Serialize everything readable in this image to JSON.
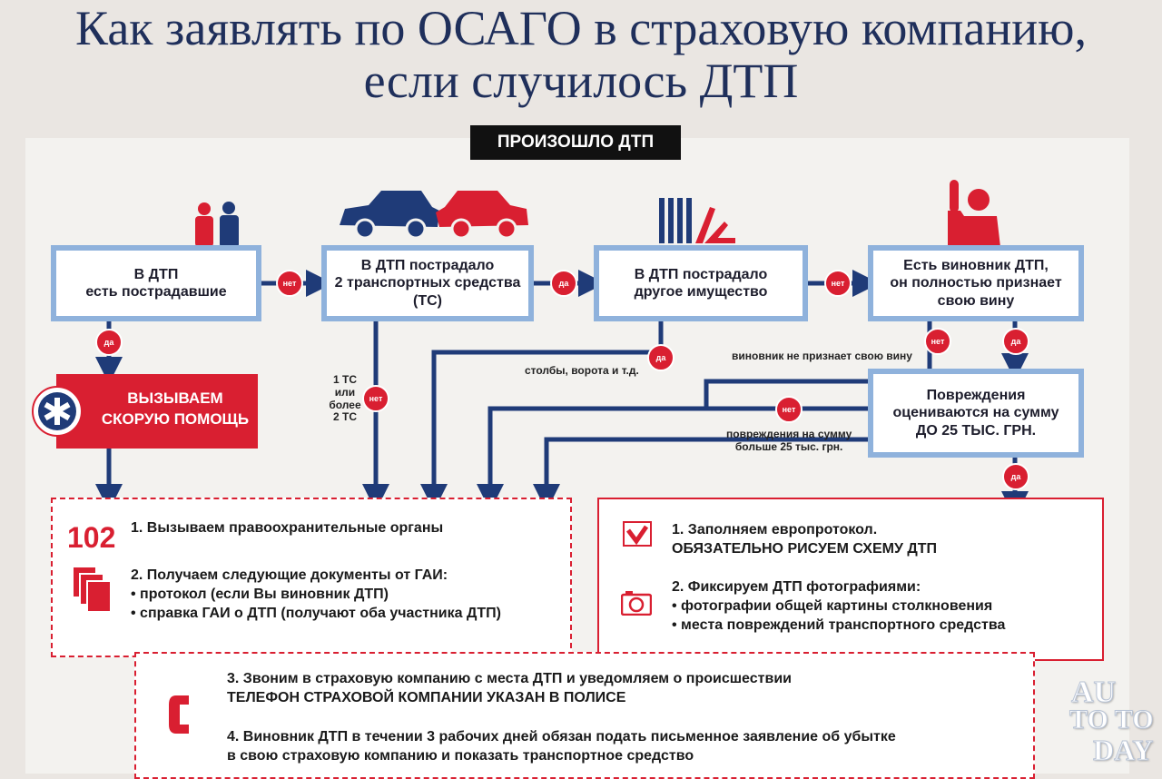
{
  "title": {
    "line1": "Как заявлять по ОСАГО в страховую компанию,",
    "line2": "если случилось ДТП"
  },
  "start_label": "ПРОИЗОШЛО ДТП",
  "boxes": {
    "injured": "В ДТП\nесть пострадавшие",
    "two_vehicles": "В ДТП пострадало\n2 транспортных средства\n(ТС)",
    "other_property": "В ДТП пострадало\nдругое имущество",
    "culprit": "Есть виновник ДТП,\nон полностью признает\nсвою вину",
    "damage": "Повреждения\nоцениваются на сумму\nДО 25 ТЫС. ГРН."
  },
  "ambulance": "ВЫЗЫВАЕМ\nСКОРУЮ ПОМОЩЬ",
  "answers": {
    "yes": "да",
    "no": "нет"
  },
  "notes": {
    "vehicles_count": "1 ТС\nили\nболее\n2 ТС",
    "posts": "столбы, ворота и т.д.",
    "not_admit": "виновник не признает свою вину",
    "over_limit": "повреждения на сумму\nбольше 25 тыс. грн."
  },
  "police": {
    "number": "102",
    "step1": "1. Вызываем правоохранительные органы",
    "step2": "2.  Получаем следующие документы от ГАИ:\n• протокол (если Вы виновник ДТП)\n• справка ГАИ о ДТП (получают оба участника ДТП)"
  },
  "europrotocol": {
    "step1": "1. Заполняем европротокол.\nОБЯЗАТЕЛЬНО РИСУЕМ СХЕМУ ДТП",
    "step2": "2. Фиксируем ДТП фотографиями:\n• фотографии общей картины столкновения\n• места повреждений транспортного средства"
  },
  "insurance": {
    "step3": "3. Звоним в страховую компанию с места ДТП и уведомляем о происшествии\nТЕЛЕФОН СТРАХОВОЙ КОМПАНИИ УКАЗАН В ПОЛИСЕ",
    "step4": "4. Виновник ДТП в течении 3 рабочих дней обязан подать письменное заявление об убытке\nв свою страховую компанию и показать транспортное средство"
  },
  "watermark": {
    "line1": "AU",
    "line2": "TO TO",
    "line3": "DAY"
  },
  "colors": {
    "navy": "#1f3b78",
    "red": "#d91f31",
    "box_border": "#8fb2dc"
  }
}
